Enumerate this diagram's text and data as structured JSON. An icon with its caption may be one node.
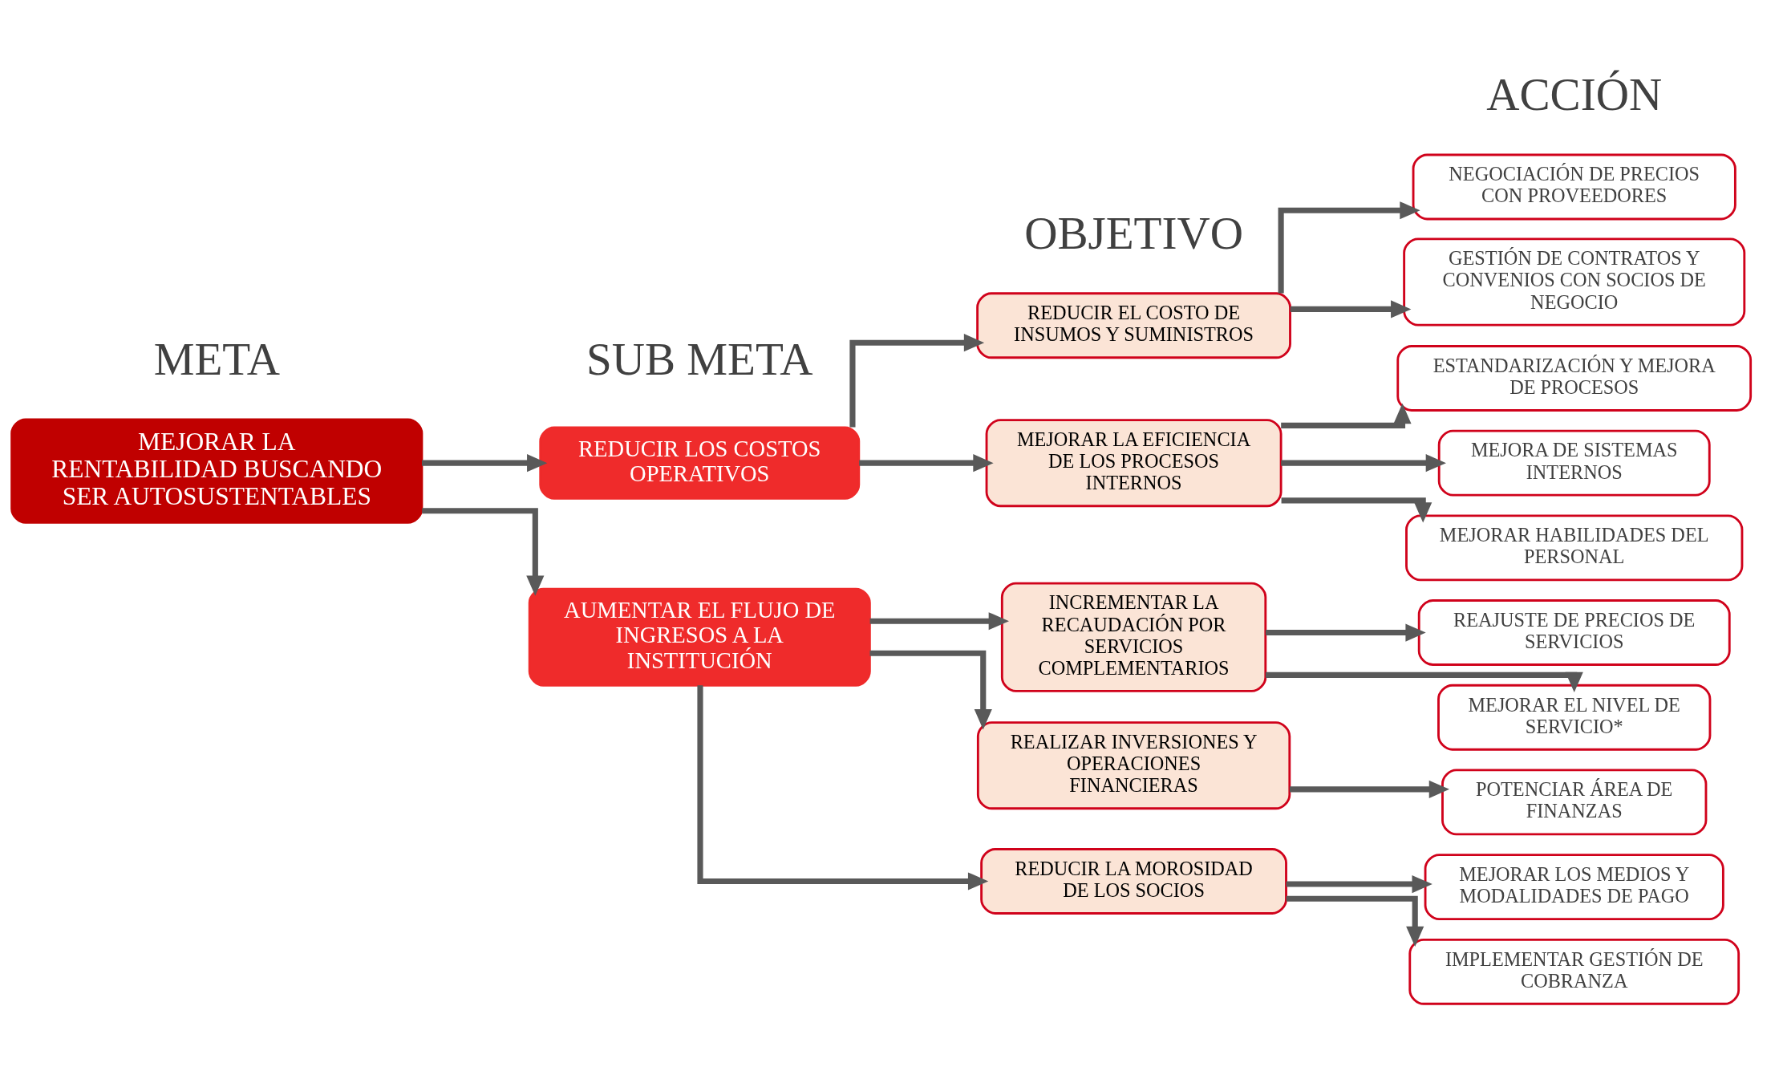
{
  "diagram": {
    "nodes": [
      {
        "text": [
          "MEJORAR LA RENTABILIDAD BUSCANDO SER AUTOSUSTENTABLES"
        ]
      },
      {
        "text": [
          "AUMENTAR EL FLUJO DE INGRESOS A LA INSTITUCIÓN"
        ]
      },
      {
        "text": [
          "REDUCIR LOS COSTOS OPERATIVOS"
        ]
      },
      {
        "text": [
          "REDUCIR LA MOROSIDAD DE LOS SOCIOS"
        ]
      },
      {
        "text": [
          "INCREMENTAR LA RECAUDACIÓN POR SERVICIOS COMPLEMENTARIOS"
        ]
      },
      {
        "text": [
          "REALIZAR INVERSIONES Y OPERACIONES FINANCIERAS"
        ]
      },
      {
        "text": [
          "MEJORAR LA EFICIENCIA DE LOS PROCESOS INTERNOS"
        ]
      },
      {
        "text": [
          "REDUCIR EL COSTO DE INSUMOS Y SUMINISTROS"
        ]
      },
      {
        "text": [
          "IMPLEMENTAR GESTIÓN DE COBRANZA"
        ]
      },
      {
        "text": [
          "MEJORAR LOS MEDIOS Y MODALIDADES DE PAGO"
        ]
      },
      {
        "text": [
          "MEJORAR EL NIVEL DE SERVICIO*"
        ]
      },
      {
        "text": [
          "REAJUSTE DE PRECIOS DE SERVICIOS"
        ]
      },
      {
        "text": [
          "POTENCIAR ÁREA DE FINANZAS"
        ]
      },
      {
        "text": [
          "MEJORAR HABILIDADES DEL PERSONAL"
        ]
      },
      {
        "text": [
          "ESTANDARIZACIÓN Y MEJORA DE PROCESOS"
        ]
      },
      {
        "text": [
          "MEJORA DE SISTEMAS INTERNOS"
        ]
      },
      {
        "text": [
          "NEGOCIACIÓN DE PRECIOS CON PROVEEDORES"
        ]
      },
      {
        "text": [
          "GESTIÓN DE CONTRATOS Y CONVENIOS CON SOCIOS DE NEGOCIO"
        ]
      }
    ],
    "edges": [
      {
        "from": 0,
        "to": 1,
        "arrow": "to"
      },
      {
        "from": 0,
        "to": 2,
        "arrow": "to"
      },
      {
        "from": 1,
        "to": 3,
        "arrow": "to"
      },
      {
        "from": 1,
        "to": 4,
        "arrow": "to"
      },
      {
        "from": 1,
        "to": 5,
        "arrow": "to"
      },
      {
        "from": 2,
        "to": 6,
        "arrow": "to"
      },
      {
        "from": 2,
        "to": 7,
        "arrow": "to"
      },
      {
        "from": 3,
        "to": 8,
        "arrow": "to"
      },
      {
        "from": 3,
        "to": 9,
        "arrow": "to"
      },
      {
        "from": 4,
        "to": 10,
        "arrow": "to"
      },
      {
        "from": 4,
        "to": 11,
        "arrow": "to"
      },
      {
        "from": 5,
        "to": 12,
        "arrow": "to"
      },
      {
        "from": 6,
        "to": 13,
        "arrow": "to"
      },
      {
        "from": 6,
        "to": 14,
        "arrow": "to"
      },
      {
        "from": 6,
        "to": 15,
        "arrow": "to"
      },
      {
        "from": 7,
        "to": 16,
        "arrow": "to"
      },
      {
        "from": 7,
        "to": 17,
        "arrow": "to"
      }
    ],
    "labels": [
      "META",
      "SUB META",
      "OBJETIVO",
      "ACCIÓN"
    ]
  }
}
